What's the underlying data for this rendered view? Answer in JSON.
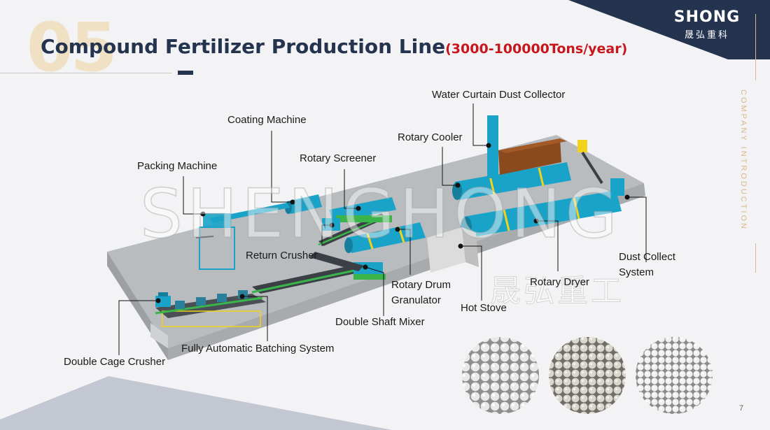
{
  "slide": {
    "number": "05",
    "title": "Compound Fertilizer Production Line",
    "title_sub": "(3000-100000Tons/year)",
    "page": "7"
  },
  "brand": {
    "name": "SHONG",
    "name_cn": "晟弘重科",
    "side_label": "COMPANY INTRODUCTION"
  },
  "watermark": {
    "en": "SHENGHONG",
    "cn": "晟弘重工"
  },
  "labels": {
    "water_curtain": "Water Curtain Dust Collector",
    "coating": "Coating Machine",
    "rotary_cooler": "Rotary Cooler",
    "rotary_screener": "Rotary Screener",
    "packing": "Packing Machine",
    "return_crusher": "Return Crusher",
    "dust_collect_1": "Dust Collect",
    "dust_collect_2": "System",
    "rotary_dryer": "Rotary Dryer",
    "granulator_1": "Rotary Drum",
    "granulator_2": "Granulator",
    "hot_stove": "Hot Stove",
    "mixer": "Double Shaft Mixer",
    "batching": "Fully Automatic Batching System",
    "cage_crusher": "Double Cage Crusher"
  },
  "colors": {
    "navy": "#24344f",
    "accent_red": "#c8161d",
    "gold": "#d7b98b",
    "machine_blue": "#1aa3c8",
    "frame_green": "#39b54a",
    "frame_yellow": "#f2d21b"
  }
}
